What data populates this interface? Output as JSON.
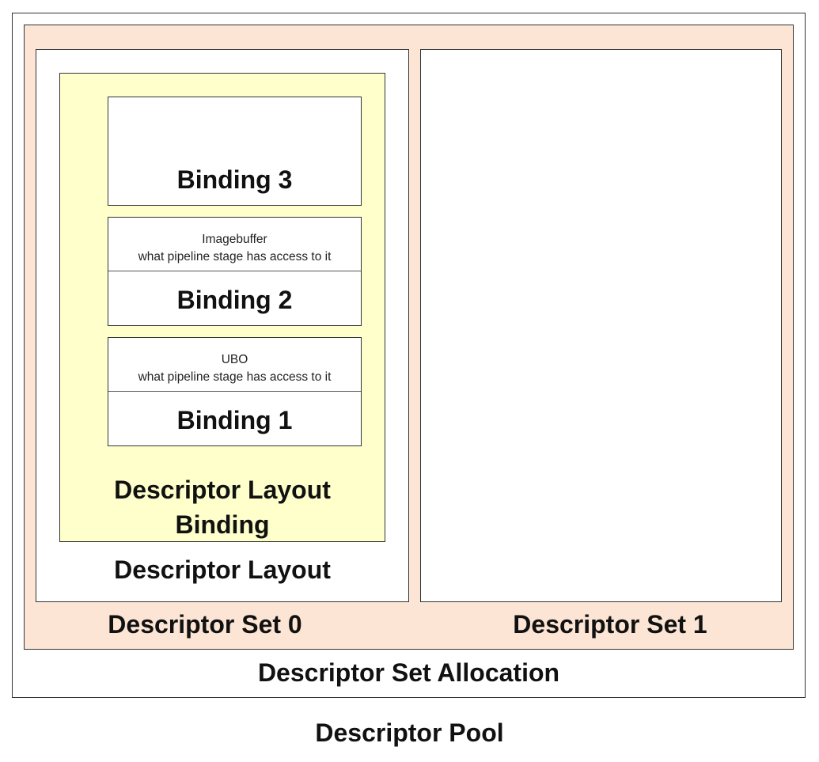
{
  "diagram": {
    "pool": {
      "label": "Descriptor Pool"
    },
    "allocation": {
      "label": "Descriptor Set Allocation"
    },
    "sets": [
      {
        "label": "Descriptor Set 0"
      },
      {
        "label": "Descriptor Set 1"
      }
    ],
    "layout": {
      "label": "Descriptor Layout"
    },
    "layout_binding": {
      "label_line1": "Descriptor Layout",
      "label_line2": "Binding"
    },
    "bindings": [
      {
        "title": "Binding 3"
      },
      {
        "title": "Binding 2",
        "desc_line1": "Imagebuffer",
        "desc_line2": "what pipeline stage has access to it"
      },
      {
        "title": "Binding 1",
        "desc_line1": "UBO",
        "desc_line2": "what pipeline stage has access to it"
      }
    ]
  },
  "colors": {
    "allocation_fill": "#fce5d4",
    "layout_binding_fill": "#ffffcc",
    "stroke": "#333333"
  }
}
